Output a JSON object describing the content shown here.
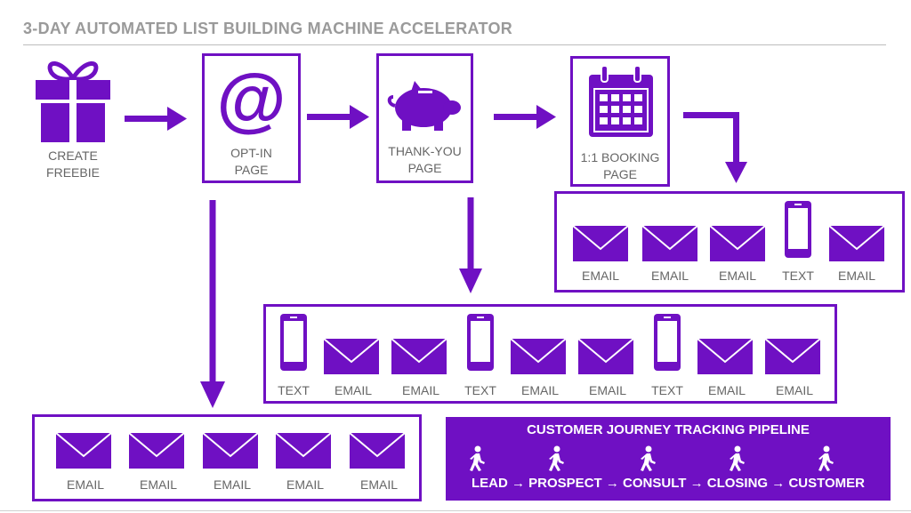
{
  "title": "3-DAY AUTOMATED LIST BUILDING MACHINE ACCELERATOR",
  "colors": {
    "accent": "#6f10c3",
    "text_gray": "#666666",
    "title_gray": "#9a9a9a"
  },
  "steps": [
    {
      "line1": "CREATE",
      "line2": "FREEBIE",
      "icon": "gift-icon"
    },
    {
      "line1": "OPT-IN",
      "line2": "PAGE",
      "icon": "at-sign-icon"
    },
    {
      "line1": "THANK-YOU",
      "line2": "PAGE",
      "icon": "piggy-bank-icon"
    },
    {
      "line1": "1:1 BOOKING",
      "line2": "PAGE",
      "icon": "calendar-icon"
    }
  ],
  "sequences": {
    "booking": [
      "EMAIL",
      "EMAIL",
      "EMAIL",
      "TEXT",
      "EMAIL"
    ],
    "thankyou": [
      "TEXT",
      "EMAIL",
      "EMAIL",
      "TEXT",
      "EMAIL",
      "EMAIL",
      "TEXT",
      "EMAIL",
      "EMAIL"
    ],
    "optin": [
      "EMAIL",
      "EMAIL",
      "EMAIL",
      "EMAIL",
      "EMAIL"
    ]
  },
  "pipeline": {
    "title": "CUSTOMER JOURNEY TRACKING PIPELINE",
    "stages": [
      "LEAD",
      "PROSPECT",
      "CONSULT",
      "CLOSING",
      "CUSTOMER"
    ],
    "icon": "walking-person-icon"
  }
}
